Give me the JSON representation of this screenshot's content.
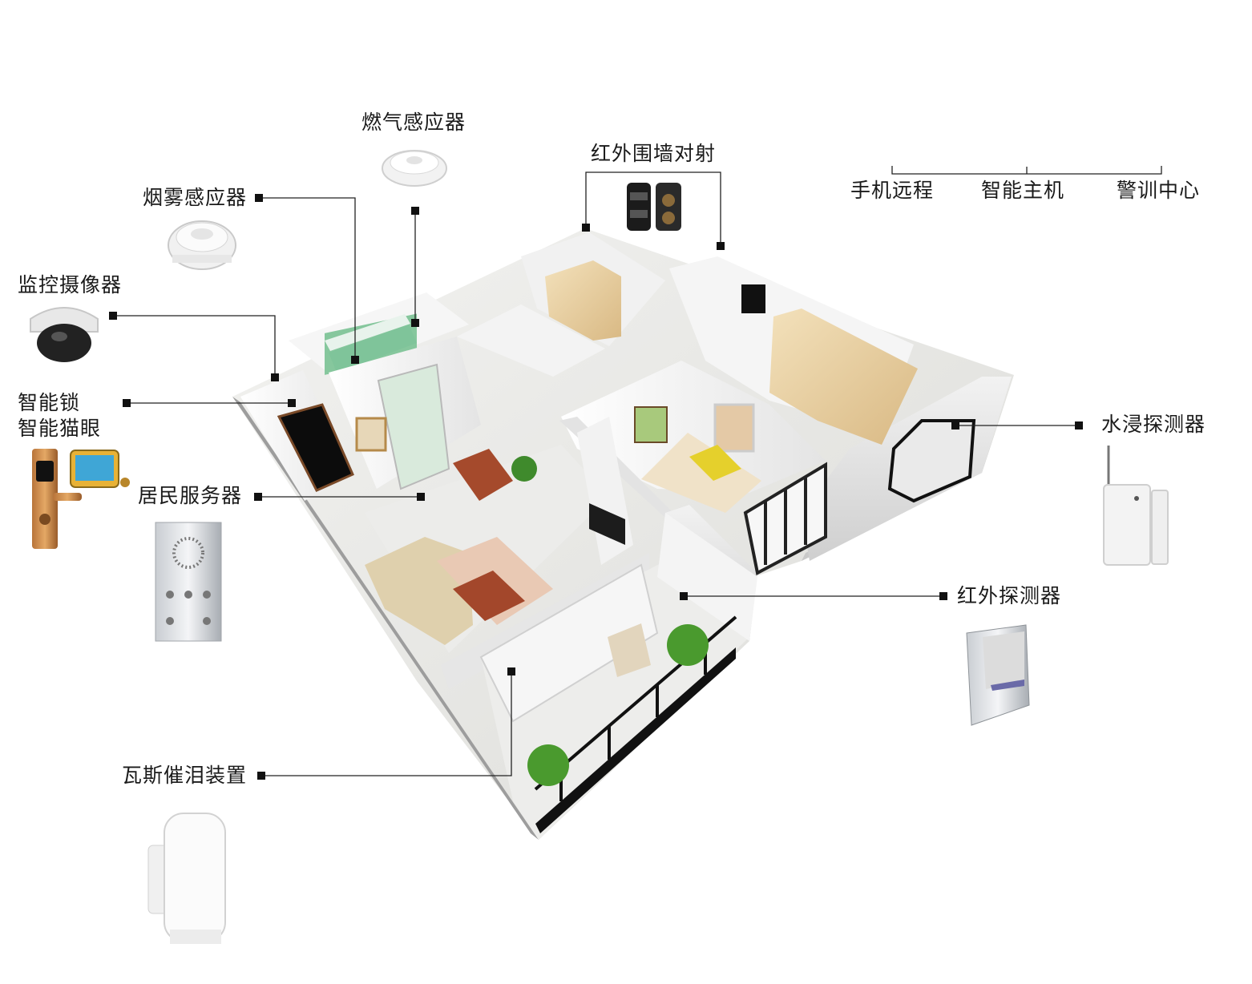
{
  "labels": {
    "gas_sensor": "燃气感应器",
    "infrared_fence": "红外围墙对射",
    "smoke_sensor": "烟雾感应器",
    "camera": "监控摄像器",
    "smart_lock": "智能锁",
    "smart_peephole": "智能猫眼",
    "resident_server": "居民服务器",
    "water_detector": "水浸探测器",
    "infrared_detector": "红外探测器",
    "gas_tear_device": "瓦斯催泪装置"
  },
  "hierarchy": {
    "items": [
      "手机远程",
      "智能主机",
      "警训中心"
    ]
  },
  "colors": {
    "line": "#222222",
    "text": "#1a1a1a",
    "wall": "#f4f4f4",
    "floor": "#e9e9e6",
    "wood": "#e7cfa0",
    "accent_green": "#7fc49a"
  },
  "icons": [
    "gas-sensor-icon",
    "infrared-beam-icon",
    "smoke-detector-icon",
    "dome-camera-icon",
    "smart-lock-icon",
    "peephole-monitor-icon",
    "intercom-panel-icon",
    "water-sensor-icon",
    "pir-sensor-icon",
    "tear-gas-device-icon"
  ]
}
